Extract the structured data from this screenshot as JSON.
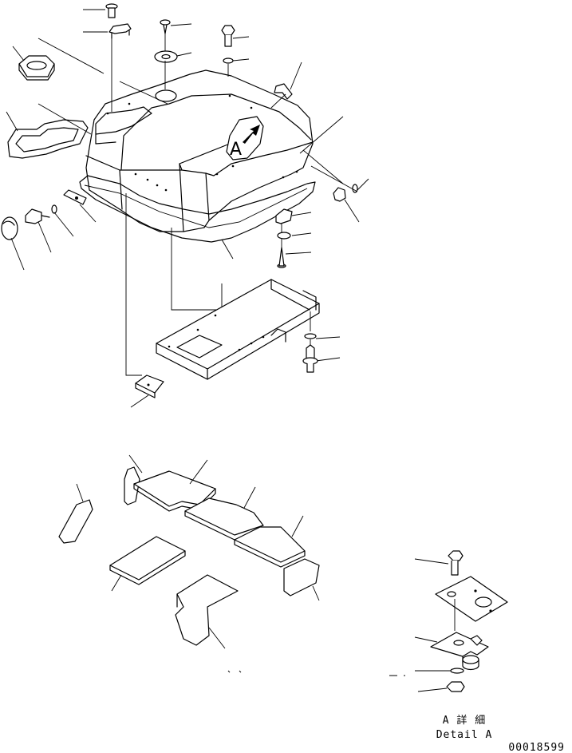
{
  "detail_marker": "A",
  "detail_caption_jp": "A 詳 細",
  "detail_caption_en": "Detail A",
  "drawing_number": "00018599"
}
